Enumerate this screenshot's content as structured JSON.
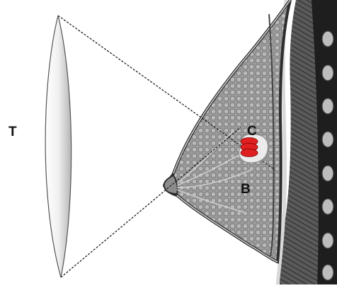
{
  "labels": {
    "transducer": "T",
    "lesion_region": "C",
    "breast_tissue": "B"
  },
  "colors": {
    "lesion": "#e02020",
    "tissue_dark": "#3a3a3a",
    "tissue_mid": "#8a8a8a",
    "tissue_light": "#c8c8c8",
    "transducer_fill": "#f2f2f2",
    "beam_lines": "#222222"
  },
  "icons": {
    "transducer": "lens-shaped-transducer",
    "lesion": "stacked-red-ellipses"
  }
}
